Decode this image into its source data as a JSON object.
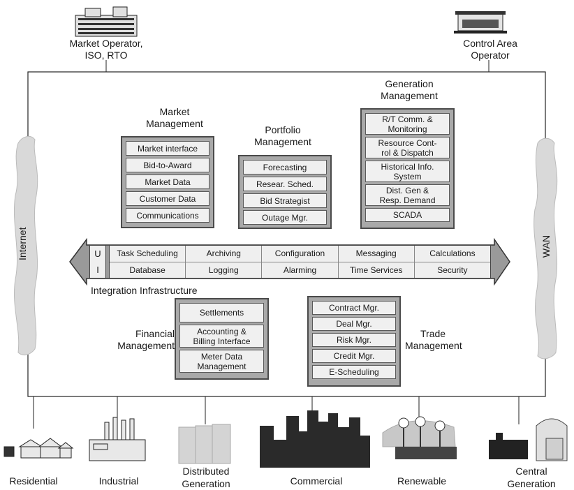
{
  "top": {
    "market_operator": [
      "Market Operator,",
      "ISO, RTO"
    ],
    "control_area": [
      "Control Area",
      "Operator"
    ]
  },
  "side": {
    "left": "Internet",
    "right": "WAN"
  },
  "market_management": {
    "title": [
      "Market",
      "Management"
    ],
    "items": [
      "Market interface",
      "Bid-to-Award",
      "Market Data",
      "Customer Data",
      "Communications"
    ]
  },
  "portfolio_management": {
    "title": [
      "Portfolio",
      "Management"
    ],
    "items": [
      "Forecasting",
      "Resear. Sched.",
      "Bid Strategist",
      "Outage Mgr."
    ]
  },
  "generation_management": {
    "title": [
      "Generation",
      "Management"
    ],
    "items": [
      [
        "R/T Comm. &",
        "Monitoring"
      ],
      [
        "Resource Cont-",
        "rol & Dispatch"
      ],
      [
        "Historical Info.",
        "System"
      ],
      [
        "Dist. Gen &",
        "Resp. Demand"
      ],
      [
        "SCADA"
      ]
    ]
  },
  "integration": {
    "ui": [
      "U",
      "I"
    ],
    "row1": [
      "Task Scheduling",
      "Archiving",
      "Configuration",
      "Messaging",
      "Calculations"
    ],
    "row2": [
      "Database",
      "Logging",
      "Alarming",
      "Time Services",
      "Security"
    ],
    "label": "Integration Infrastructure"
  },
  "financial_management": {
    "title": [
      "Financial",
      "Management"
    ],
    "items": [
      [
        "Settlements"
      ],
      [
        "Accounting &",
        "Billing Interface"
      ],
      [
        "Meter Data",
        "Management"
      ]
    ]
  },
  "trade_management": {
    "title": [
      "Trade",
      "Management"
    ],
    "items": [
      "Contract Mgr.",
      "Deal Mgr.",
      "Risk Mgr.",
      "Credit Mgr.",
      "E-Scheduling"
    ]
  },
  "bottom": [
    [
      "Residential"
    ],
    [
      "Industrial"
    ],
    [
      "Distributed",
      "Generation"
    ],
    [
      "Commercial"
    ],
    [
      "Renewable"
    ],
    [
      "Central",
      "Generation"
    ]
  ]
}
